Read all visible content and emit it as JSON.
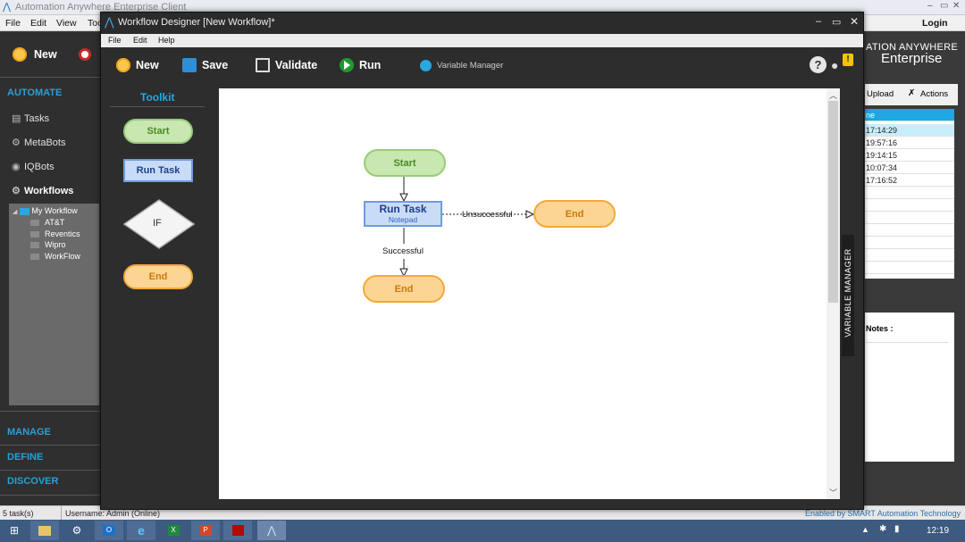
{
  "app": {
    "title": "Automation Anywhere Enterprise Client",
    "menu": [
      "File",
      "Edit",
      "View",
      "Too"
    ],
    "login": "Login",
    "toolbar": {
      "new_label": "New"
    },
    "brand": {
      "line1": "ATION ANYWHERE",
      "line2": "Enterprise"
    },
    "nav": {
      "automate": "AUTOMATE",
      "tasks": "Tasks",
      "metabots": "MetaBots",
      "iqbots": "IQBots",
      "workflows": "Workflows",
      "manage": "MANAGE",
      "define": "DEFINE",
      "discover": "DISCOVER"
    },
    "tree": {
      "root": "My Workflow",
      "items": [
        "AT&T",
        "Reventics",
        "Wipro",
        "WorkFlow"
      ]
    },
    "right": {
      "upload": "Upload",
      "actions": "Actions",
      "header": "ne",
      "times": [
        "17:14:29",
        "19:57:16",
        "19:14:15",
        "10:07:34",
        "17:16:52"
      ],
      "notes": "Notes :"
    },
    "status": {
      "tasks": "5 task(s)",
      "user": "Username: Admin (Online)",
      "enabled": "Enabled by SMART Automation Technology"
    },
    "clock": "12:19"
  },
  "designer": {
    "title": "Workflow Designer [New Workflow]*",
    "menu": [
      "File",
      "Edit",
      "Help"
    ],
    "toolbar": {
      "new": "New",
      "save": "Save",
      "validate": "Validate",
      "run": "Run",
      "variable_manager": "Variable Manager"
    },
    "toolkit": {
      "heading": "Toolkit",
      "start": "Start",
      "run_task": "Run Task",
      "if": "IF",
      "end": "End"
    },
    "canvas": {
      "start": "Start",
      "run_task": "Run Task",
      "run_task_sub": "Notepad",
      "unsuccessful": "Unsuccessful",
      "successful": "Successful",
      "end_right": "End",
      "end_bottom": "End"
    },
    "variable_manager_tab": "VARIABLE MANAGER"
  }
}
